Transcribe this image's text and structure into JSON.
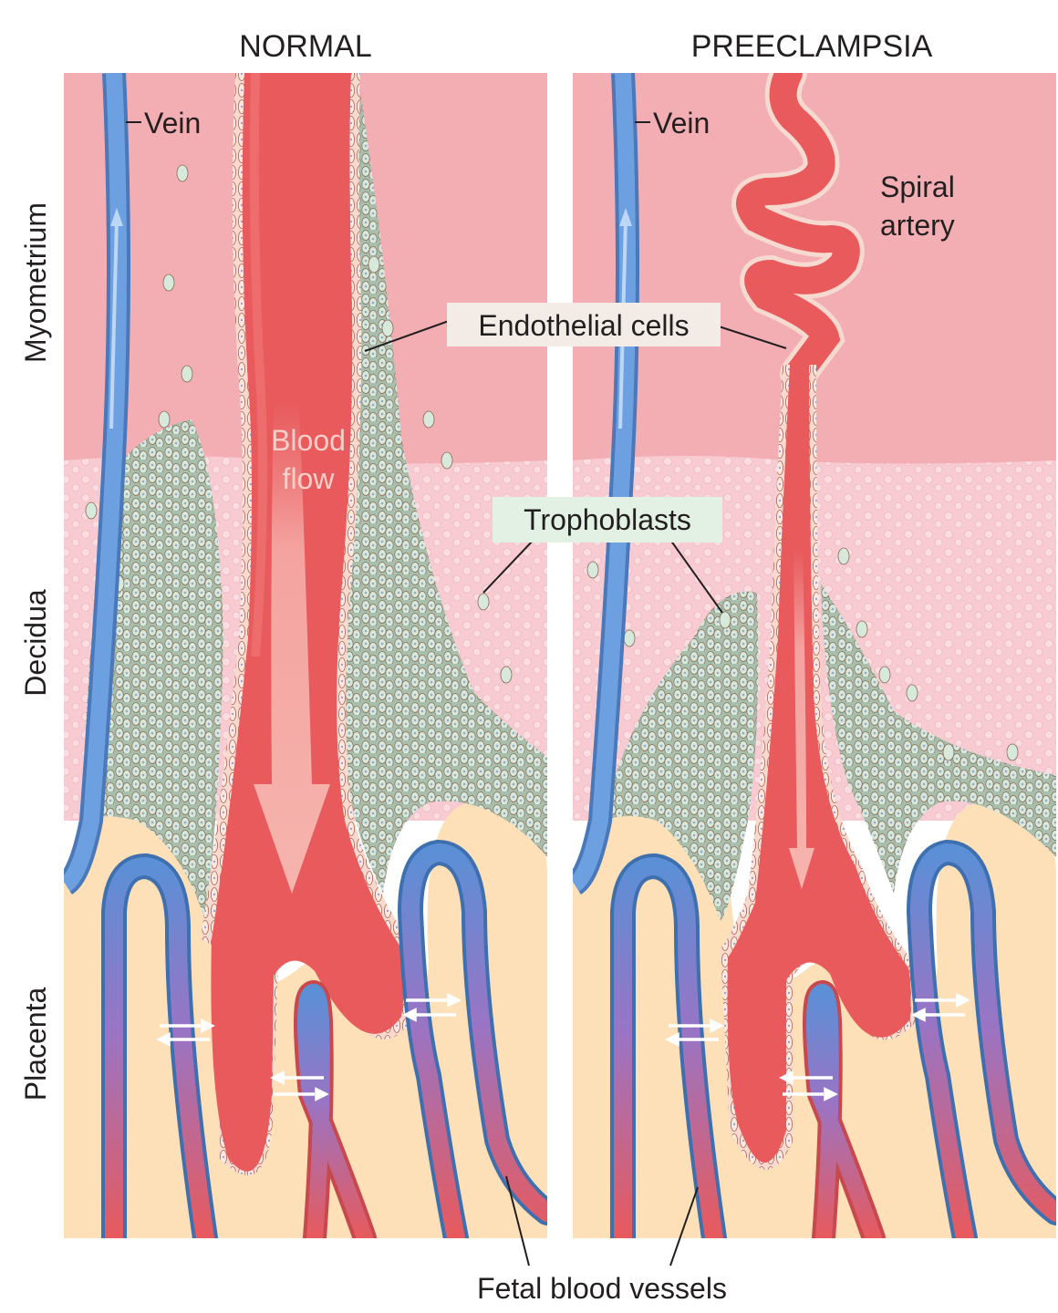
{
  "panels": {
    "normal_title": "NORMAL",
    "preeclampsia_title": "PREECLAMPSIA"
  },
  "zones": {
    "myometrium": "Myometrium",
    "decidua": "Decidua",
    "placenta": "Placenta"
  },
  "labels": {
    "vein_normal": "Vein",
    "vein_preeclampsia": "Vein",
    "blood_flow_line1": "Blood",
    "blood_flow_line2": "flow",
    "spiral_artery_line1": "Spiral",
    "spiral_artery_line2": "artery",
    "endothelial_cells": "Endothelial cells",
    "trophoblasts": "Trophoblasts",
    "fetal_blood_vessels": "Fetal blood vessels"
  },
  "colors": {
    "myometrium": "#f3aeb4",
    "decidua": "#f7cbd1",
    "placenta": "#fde0b8",
    "artery": "#e85a5c",
    "vein": "#5b8fd6",
    "trophoblast": "#cfe3d3",
    "label_box": "#f3ece6",
    "trophoblast_label_box": "#e3f0e4"
  }
}
